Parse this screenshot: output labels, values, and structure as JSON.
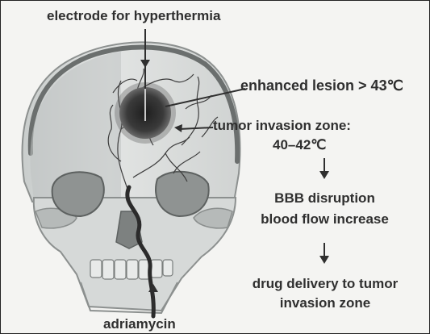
{
  "labels": {
    "electrode": "electrode for hyperthermia",
    "enhanced_lesion": "enhanced lesion > 43℃",
    "tumor_zone_line1": "tumor invasion zone:",
    "tumor_zone_line2": "40–42℃",
    "bbb_line1": "BBB disruption",
    "bbb_line2": "blood flow increase",
    "drug_line1": "drug delivery to tumor",
    "drug_line2": "invasion zone",
    "adriamycin": "adriamycin"
  },
  "colors": {
    "ink": "#2f2f2f",
    "skull": "#d9dcdb",
    "skull_shadow": "#a9adab",
    "lesion": "#3a3a3a"
  }
}
